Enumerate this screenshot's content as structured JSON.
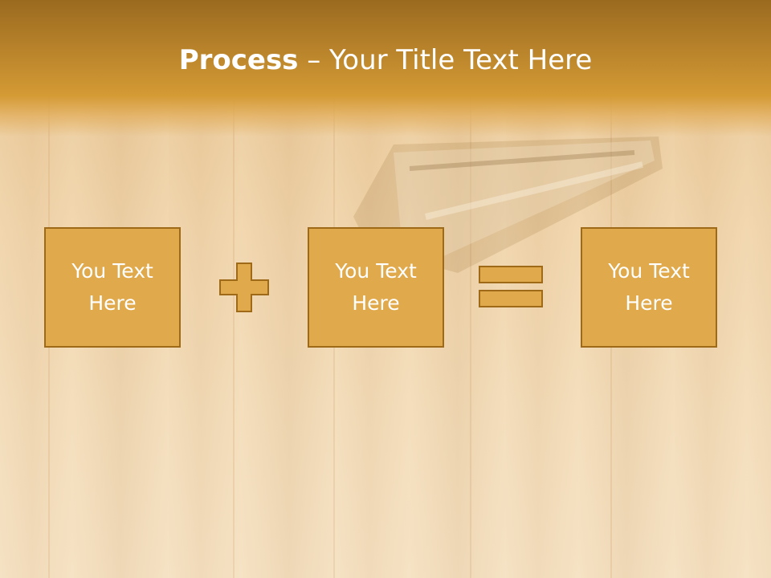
{
  "slide": {
    "title_bold": "Process",
    "title_rest": " – Your Title Text Here"
  },
  "boxes": [
    {
      "text": "You Text Here"
    },
    {
      "text": "You Text Here"
    },
    {
      "text": "You Text Here"
    }
  ],
  "operators": [
    "plus-icon",
    "equals-icon"
  ],
  "colors": {
    "header": "#b7822a",
    "box_fill": "#e0a94b",
    "box_border": "#9e6a18",
    "text": "#ffffff"
  }
}
